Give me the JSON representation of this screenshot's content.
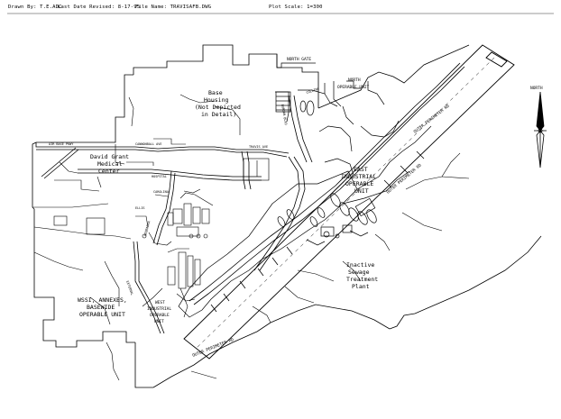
{
  "header": {
    "drawn_by": "Drawn By: T.E.ADC",
    "last_revised": "Last Date Revised: 8-17-95",
    "file_name": "File Name: TRAVISAFB.DWG",
    "plot_scale": "Plot Scale: 1=300"
  },
  "labels": {
    "north_gate": "NORTH GATE",
    "north_operable_unit_1": "NORTH",
    "north_operable_unit_2": "OPERABLE UNIT",
    "north_arrow": "NORTH",
    "base_housing_1": "Base",
    "base_housing_2": "Housing",
    "base_housing_3": "(Not Depicted",
    "base_housing_4": "in Detail)",
    "medical_center_1": "David Grant",
    "medical_center_2": "Medical",
    "medical_center_3": "Center",
    "east_ou_1": "EAST",
    "east_ou_2": "INDUSTRIAL",
    "east_ou_3": "OPERABLE",
    "east_ou_4": "UNIT",
    "west_ou_1": "WEST",
    "west_ou_2": "INDUSTRIAL",
    "west_ou_3": "OPERABLE",
    "west_ou_4": "UNIT",
    "annexes_1": "WSSI, ANNEXES,",
    "annexes_2": "BASEWIDE",
    "annexes_3": "OPERABLE UNIT",
    "sewage_1": "Inactive",
    "sewage_2": "Sewage",
    "sewage_3": "Treatment",
    "sewage_4": "Plant",
    "perimeter_ne": "OUTER PERIMETER RD",
    "perimeter_se": "OUTER PERIMETER RD",
    "perimeter_s": "OUTER PERIMETER RD",
    "street_1": "AIR BASE PKWY",
    "street_2": "CANNONBALL AVE",
    "street_3": "TRAVIS AVE",
    "street_4": "HOSPITAL",
    "street_5": "ELLIS",
    "street_6": "BURGAN BLVD",
    "street_7": "NEBRASKA",
    "street_8": "EXTERNAL",
    "street_9": "CAROLINA",
    "street_10": "COLLINS"
  }
}
